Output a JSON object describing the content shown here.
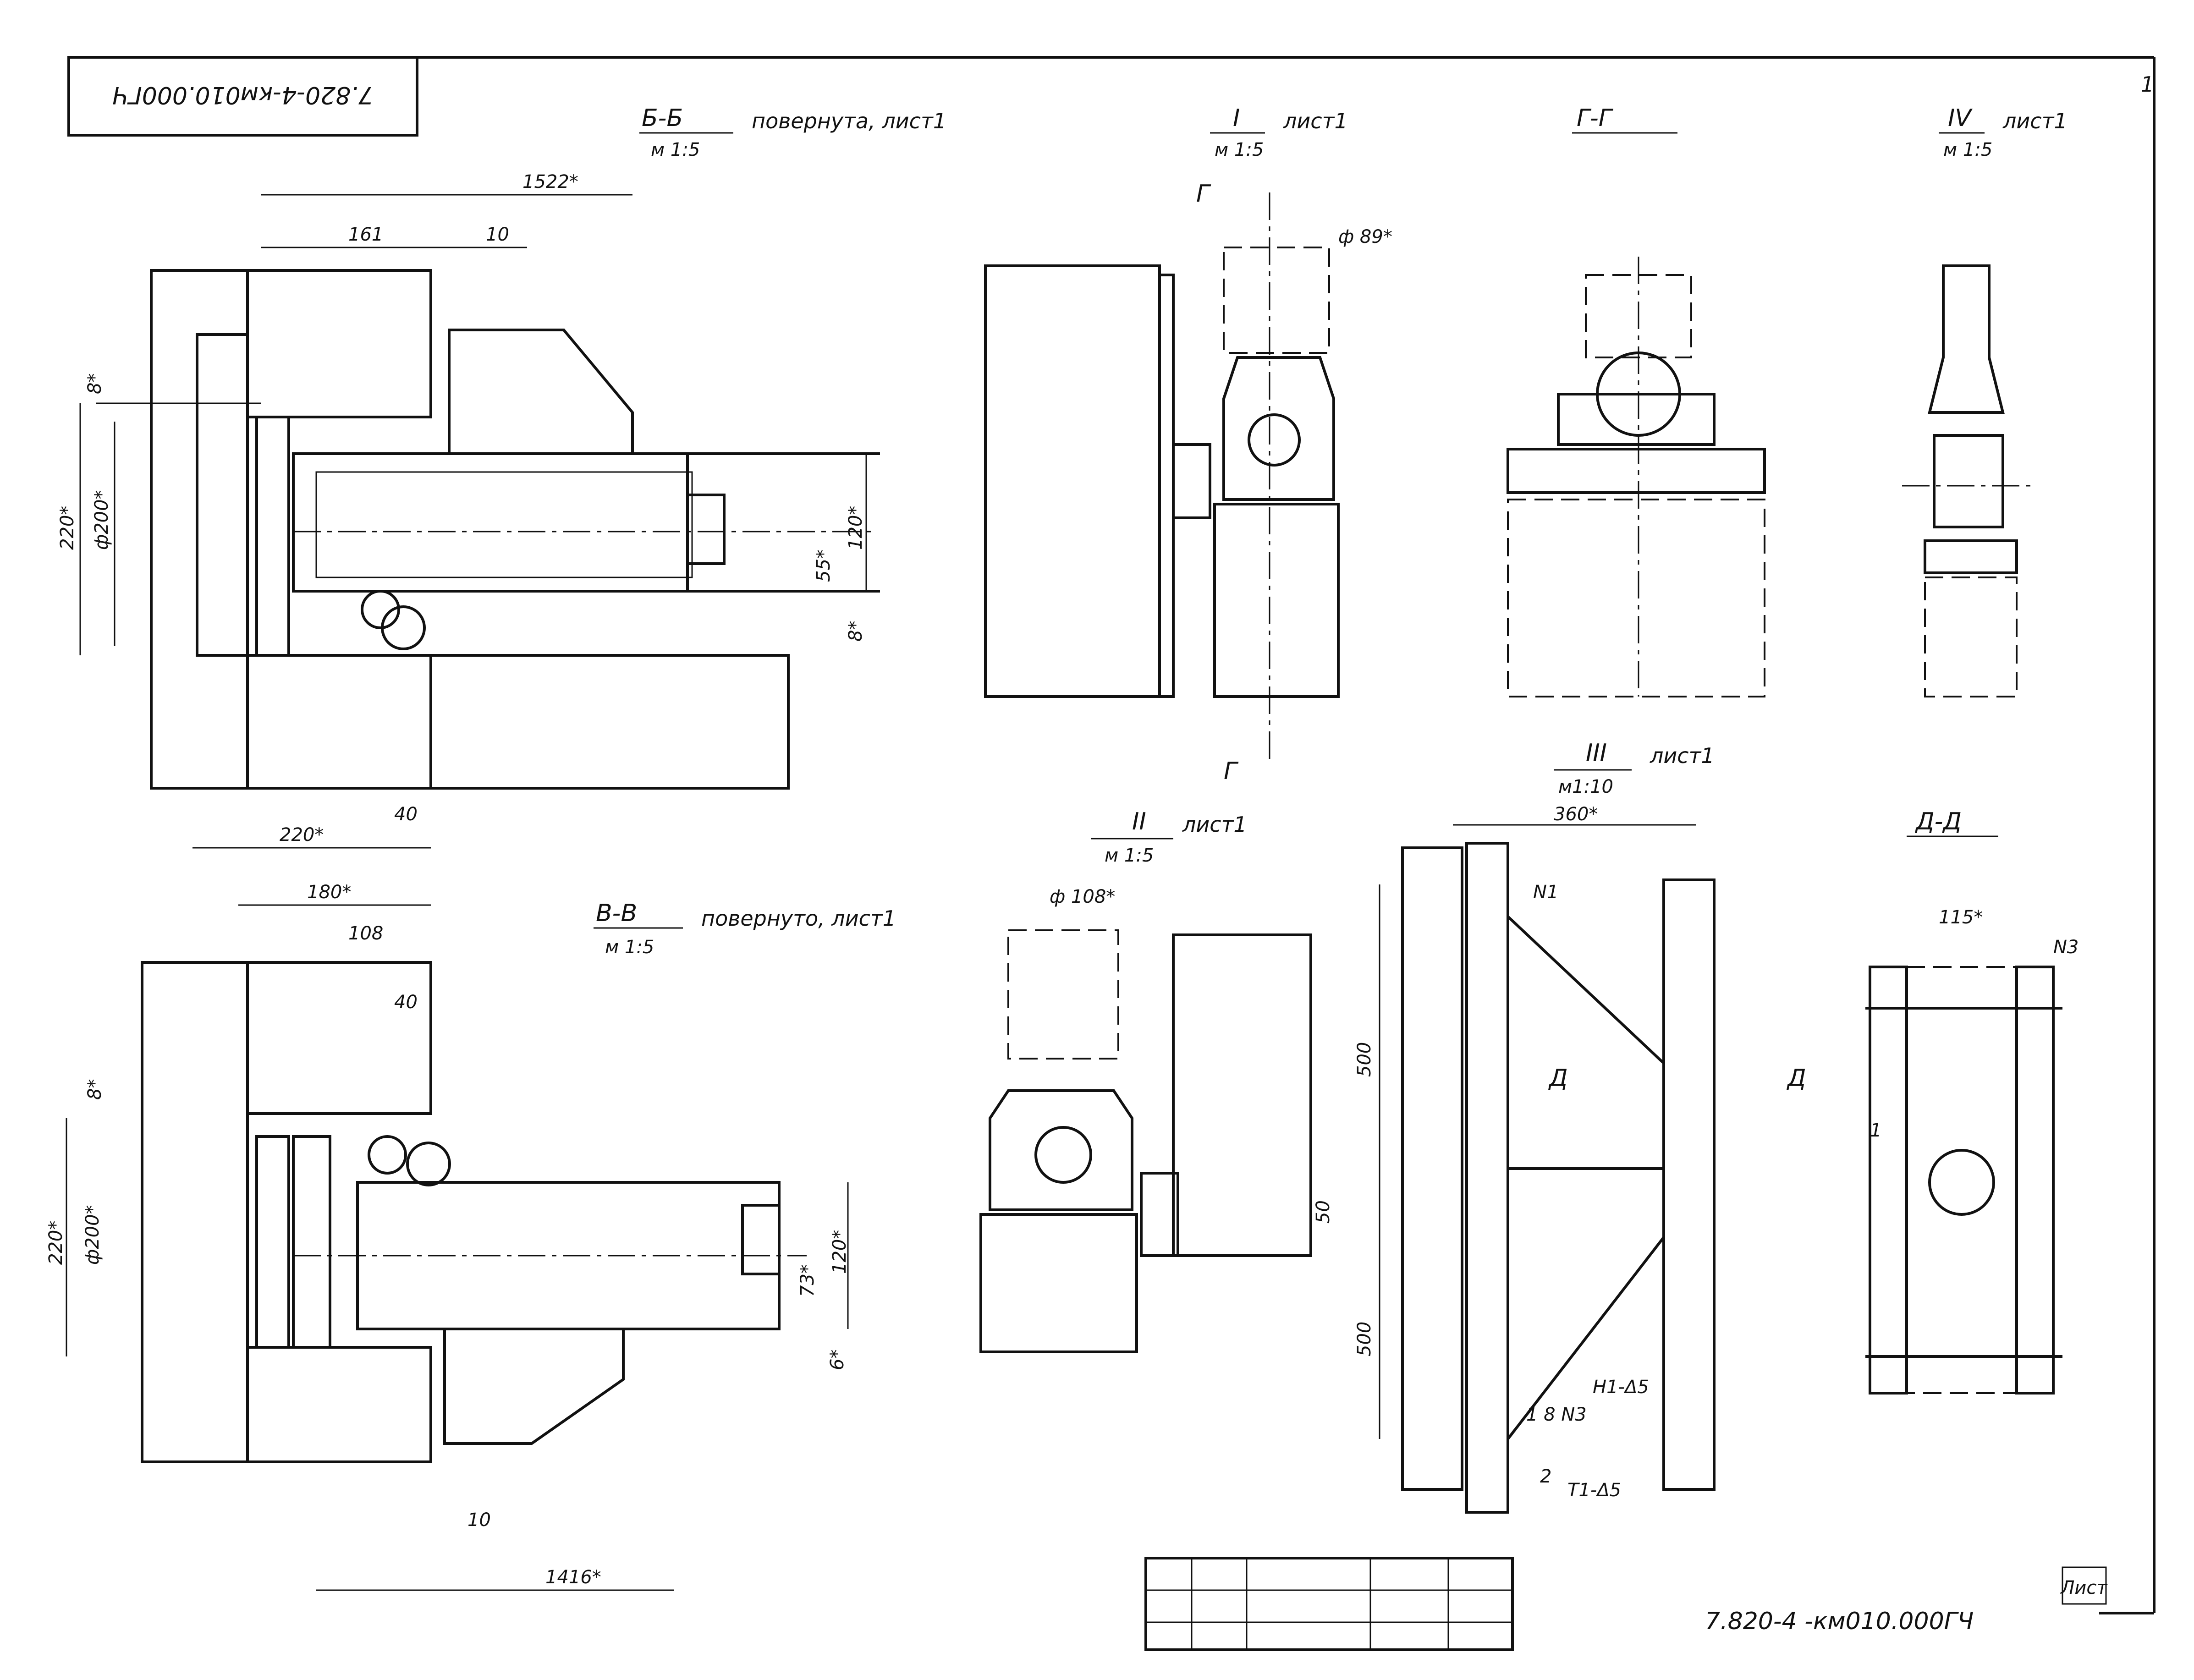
{
  "sheet_code_topleft": "7.820-4-км010.000ГЧ",
  "sheet_code_bottom": "7.820-4 -км010.000ГЧ",
  "sheet_word": "Лист",
  "corner_number": "1",
  "views": {
    "bb": {
      "title": "Б-Б",
      "scale": "м 1:5",
      "note": "повернута, лист1"
    },
    "vv": {
      "title": "В-В",
      "scale": "м 1:5",
      "note": "повернуто, лист1"
    },
    "i": {
      "title": "I",
      "scale": "м 1:5",
      "note": "лист1"
    },
    "gg": {
      "title": "Г-Г"
    },
    "iv": {
      "title": "IV",
      "scale": "м 1:5",
      "note": "лист1"
    },
    "ii": {
      "title": "II",
      "scale": "м 1:5",
      "note": "лист1"
    },
    "iii": {
      "title": "III",
      "scale": "м1:10",
      "note": "лист1"
    },
    "dd": {
      "title": "Д-Д"
    }
  },
  "section_marks": {
    "g": "Г",
    "d": "Д"
  },
  "dimensions": {
    "bb": [
      "1522*",
      "161",
      "10",
      "8*",
      "220*",
      "ф200*",
      "120*",
      "55*",
      "8*",
      "220*",
      "40"
    ],
    "vv": [
      "180*",
      "108",
      "40",
      "8*",
      "220*",
      "ф200*",
      "73*",
      "120*",
      "6*",
      "10",
      "1416*"
    ],
    "i": [
      "ф 89*"
    ],
    "ii": [
      "ф 108*",
      "50"
    ],
    "iii": [
      "360*",
      "500",
      "500"
    ],
    "dd": [
      "115*",
      "1"
    ]
  },
  "callouts": [
    "N1",
    "N3",
    "H1-Δ5",
    "T1-Δ5",
    "1 8 N3",
    "2"
  ]
}
